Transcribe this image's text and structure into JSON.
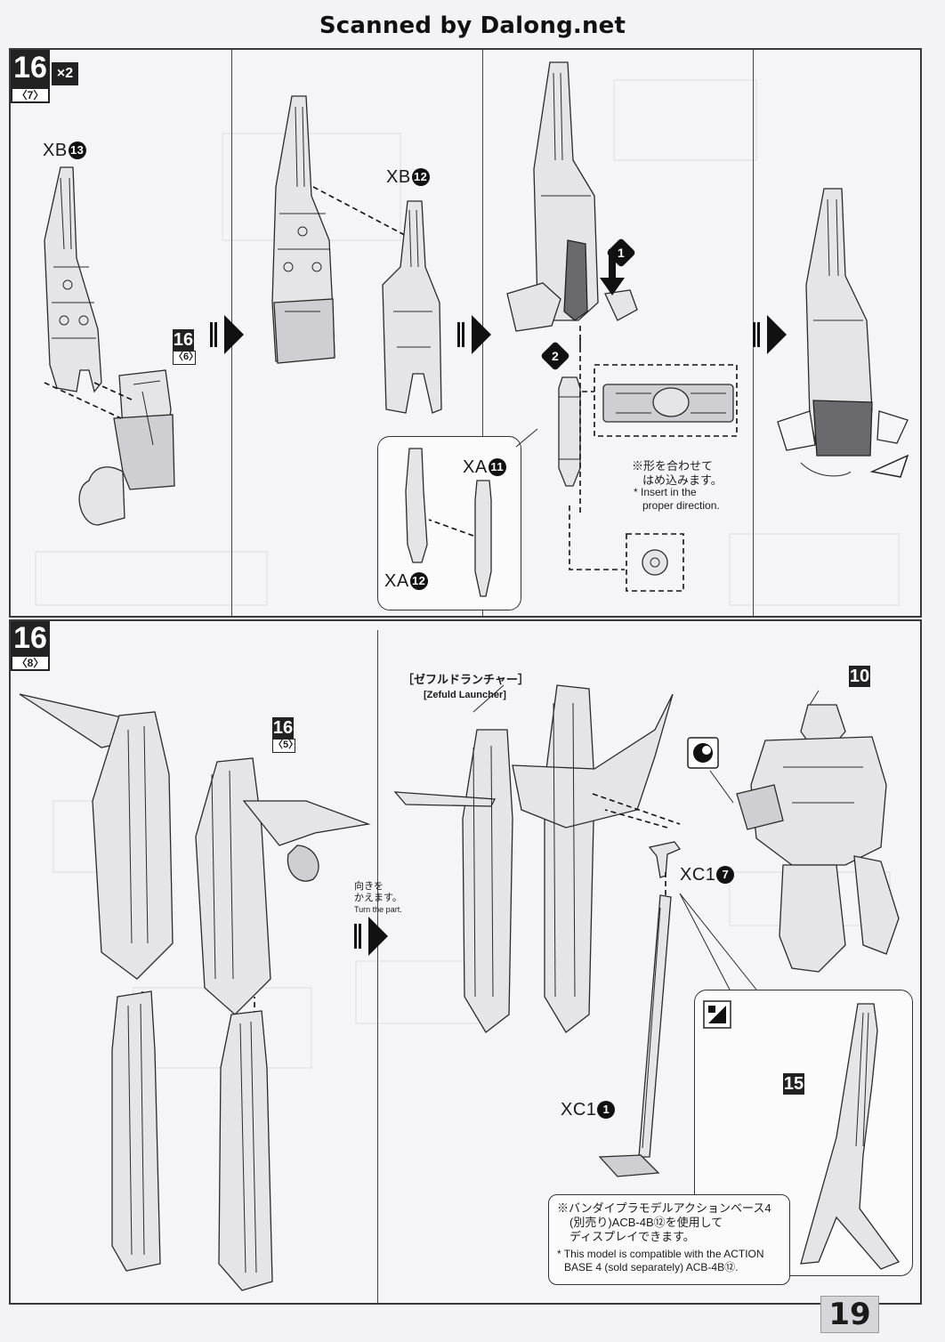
{
  "header": {
    "scan_label": "Scanned by Dalong.net"
  },
  "page_number": "19",
  "step_top": {
    "number": "16",
    "sub": "〈7〉",
    "multiplier": "×2",
    "labels": {
      "xb13": "XB",
      "xb13_num": "13",
      "ref16": "16",
      "ref16_sub": "〈6〉",
      "xb12": "XB",
      "xb12_num": "12",
      "xa11": "XA",
      "xa11_num": "11",
      "xa12": "XA",
      "xa12_num": "12",
      "seq1": "1",
      "seq2": "2"
    },
    "note_jp_1": "※形を合わせて",
    "note_jp_2": "はめ込みます。",
    "note_en_1": "* Insert in the",
    "note_en_2": "proper direction."
  },
  "step_bottom": {
    "number": "16",
    "sub": "〈8〉",
    "labels": {
      "ref16": "16",
      "ref16_sub": "〈5〉",
      "turn_jp_1": "向きを",
      "turn_jp_2": "かえます。",
      "turn_en": "Turn the part.",
      "launcher_jp": "［ゼフルドランチャー］",
      "launcher_en": "[Zefuld Launcher]",
      "ref10": "10",
      "xc1_7": "XC1",
      "xc1_7_num": "7",
      "xc1_1": "XC1",
      "xc1_1_num": "1",
      "ref15": "15"
    },
    "note_jp_1": "※バンダイプラモデルアクションベース4",
    "note_jp_2": "(別売り)ACB-4B⑫を使用して",
    "note_jp_3": "ディスプレイできます。",
    "note_en_1": "* This model is compatible with the ACTION",
    "note_en_2": "BASE 4 (sold separately) ACB-4B⑫."
  },
  "icons": [
    "dot-circle-icon",
    "stand-icon",
    "arrow-right-icon"
  ]
}
